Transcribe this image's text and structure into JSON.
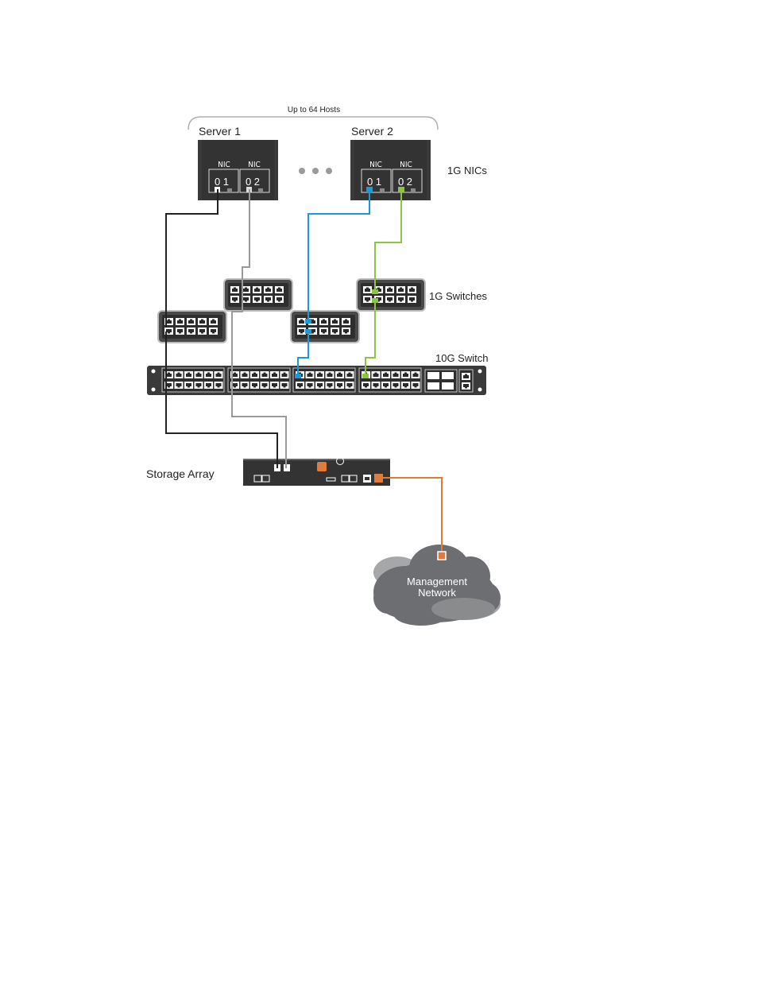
{
  "diagram": {
    "hosts_caption": "Up to 64 Hosts",
    "server1": {
      "label": "Server 1",
      "nic1_label": "NIC",
      "nic2_label": "NIC",
      "port1": "0 1",
      "port2": "0 2"
    },
    "server2": {
      "label": "Server 2",
      "nic1_label": "NIC",
      "nic2_label": "NIC",
      "port1": "0 1",
      "port2": "0 2"
    },
    "nics_label": "1G NICs",
    "switches_1g_label": "1G Switches",
    "switch_10g_label": "10G Switch",
    "storage_label": "Storage Array",
    "cloud_line1": "Management",
    "cloud_line2": "Network"
  },
  "colors": {
    "black_cable": "#222222",
    "gray_cable": "#9a9a9a",
    "blue_cable": "#1a9ad6",
    "green_cable": "#8cc63f",
    "orange_cable": "#e07b39",
    "device_dark": "#3a3a3a",
    "cloud_gray": "#6d6e71"
  }
}
